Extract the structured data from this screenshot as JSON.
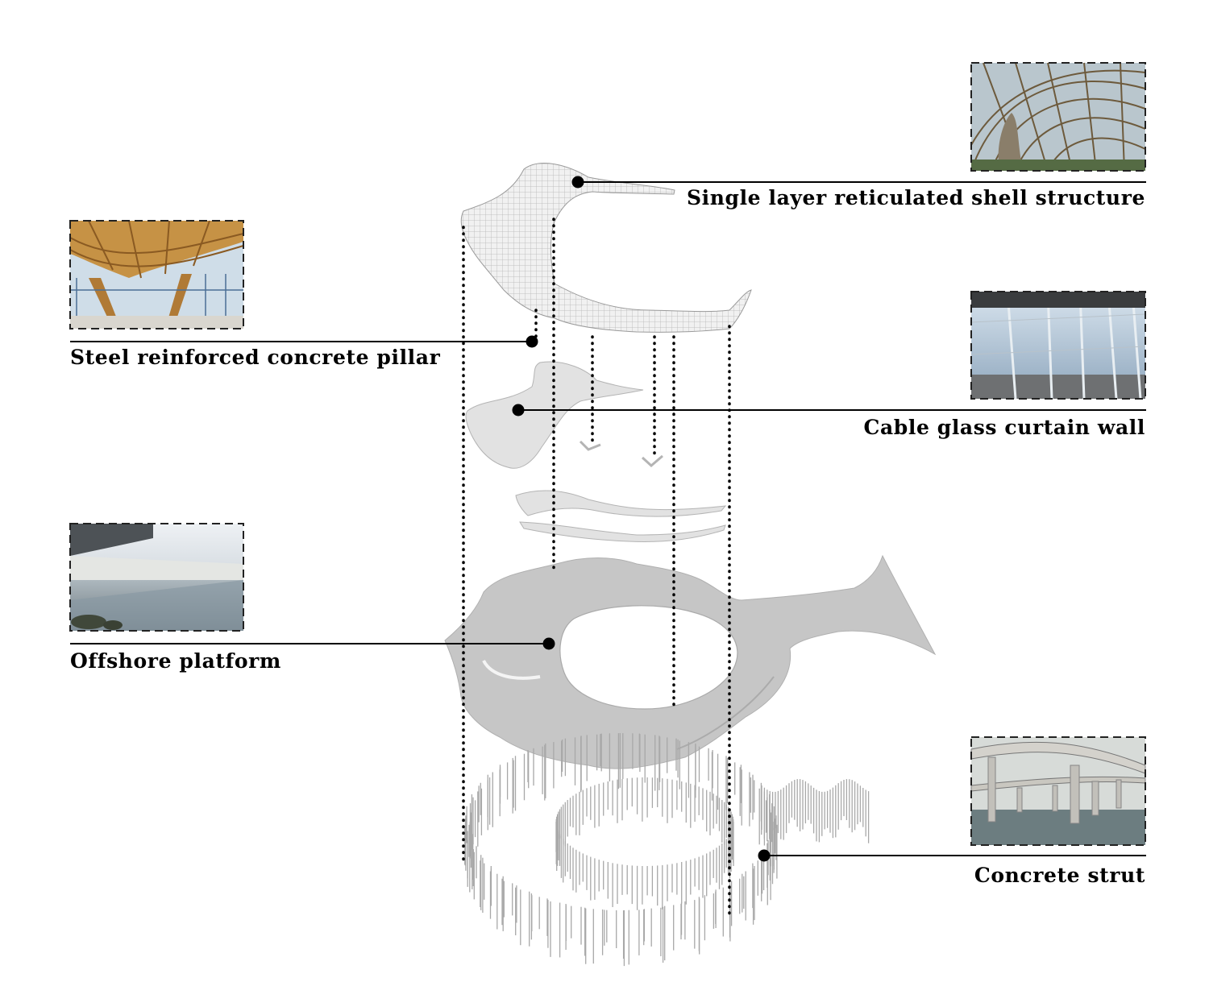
{
  "callouts": [
    {
      "id": "shell",
      "label": "Single layer reticulated shell structure",
      "photo_icon": "glass-dome-interior-photo"
    },
    {
      "id": "pillar",
      "label": "Steel reinforced concrete pillar",
      "photo_icon": "timber-roof-terminal-photo"
    },
    {
      "id": "curtain",
      "label": "Cable glass curtain wall",
      "photo_icon": "glass-facade-photo"
    },
    {
      "id": "platform",
      "label": "Offshore platform",
      "photo_icon": "waterfront-plaza-photo"
    },
    {
      "id": "strut",
      "label": "Concrete strut",
      "photo_icon": "elevated-bridge-piers-photo"
    }
  ],
  "colors": {
    "background": "#ffffff",
    "text": "#000000",
    "leader_line": "#000000",
    "layer_fill": "#c9c9c9",
    "layer_stroke": "#a8a8a8"
  }
}
